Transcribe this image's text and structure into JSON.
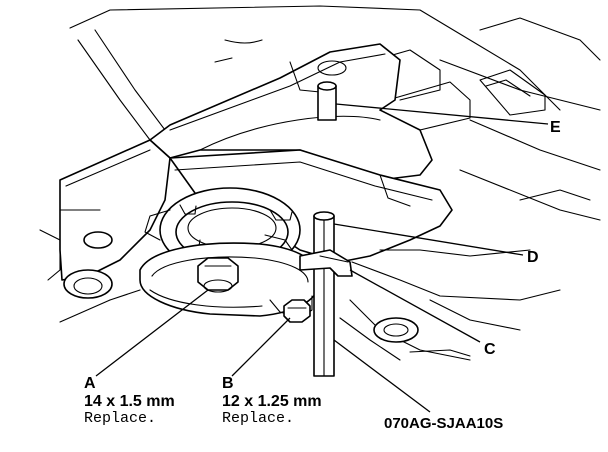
{
  "callouts": {
    "a": {
      "letter": "A",
      "size": "14 x 1.5 mm",
      "note": "Replace."
    },
    "b": {
      "letter": "B",
      "size": "12 x 1.25 mm",
      "note": "Replace."
    },
    "c": {
      "letter": "C"
    },
    "d": {
      "letter": "D"
    },
    "e": {
      "letter": "E"
    }
  },
  "figure_code": "070AG-SJAA10S"
}
